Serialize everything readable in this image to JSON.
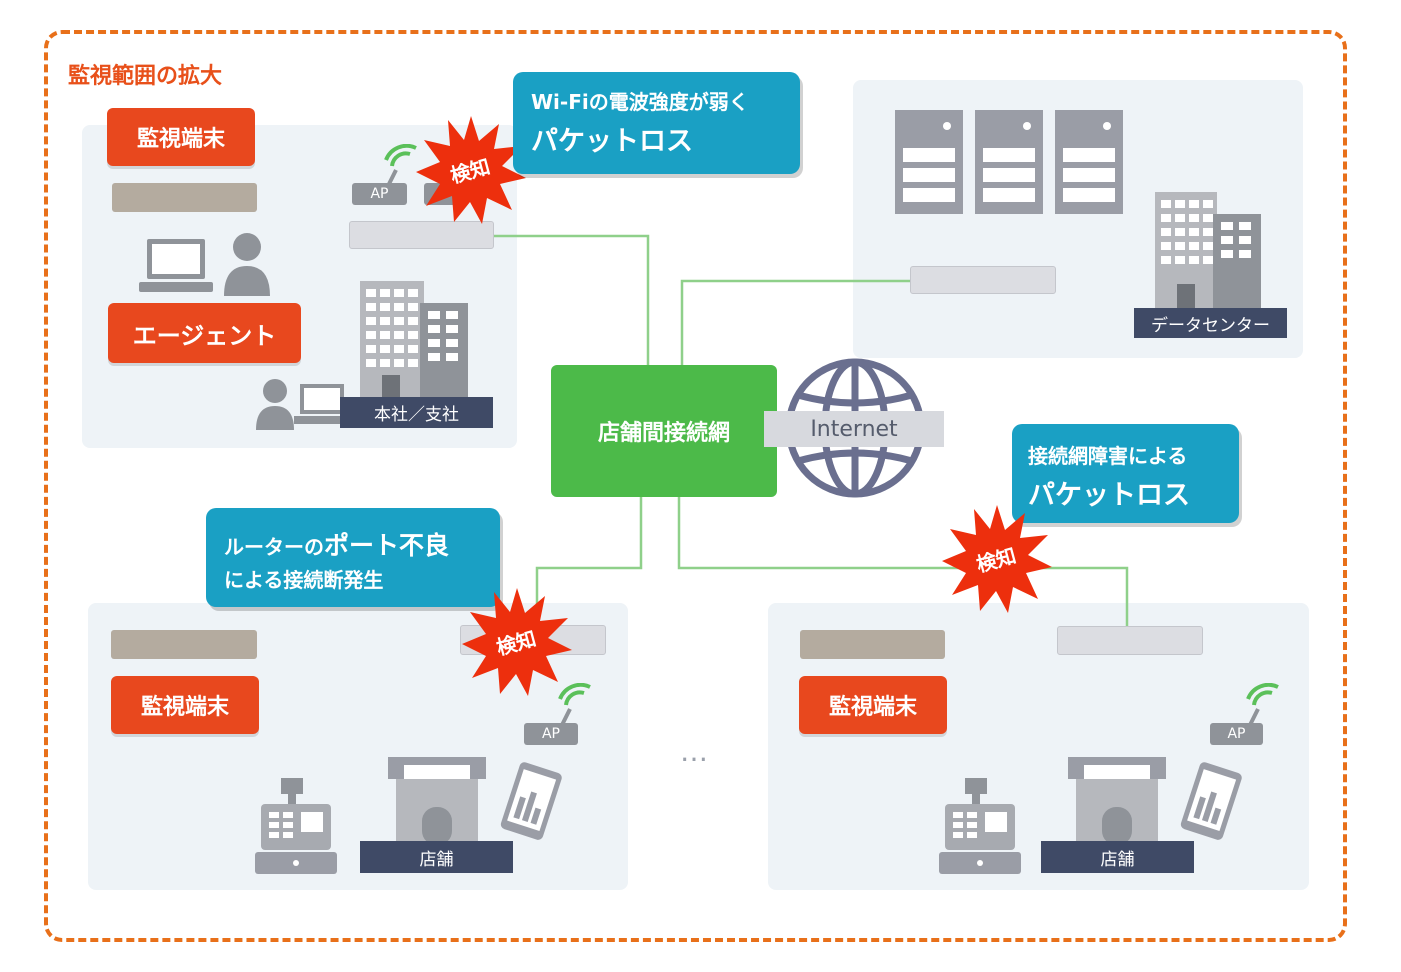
{
  "frame": {
    "title": "監視範囲の拡大"
  },
  "center": {
    "label": "店舗間接続網",
    "internet": "Internet"
  },
  "hq": {
    "monitor_tag": "監視端末",
    "agent_tag": "エージェント",
    "location": "本社／支社",
    "ap": "AP"
  },
  "dc": {
    "location": "データセンター"
  },
  "store_left": {
    "monitor_tag": "監視端末",
    "location": "店舗",
    "ap": "AP"
  },
  "store_right": {
    "monitor_tag": "監視端末",
    "location": "店舗",
    "ap": "AP"
  },
  "ellipsis": "…",
  "callouts": {
    "wifi": {
      "line1": "Wi-Fiの電波強度が弱く",
      "line2": "パケットロス"
    },
    "network": {
      "line1": "接続網障害による",
      "line2": "パケットロス"
    },
    "port": {
      "line1a": "ルーターの",
      "line1b": "ポート不良",
      "line2": "による接続断発生"
    }
  },
  "detect_badge": "検知",
  "colors": {
    "accent_orange": "#e8481e",
    "frame_dash": "#e8701a",
    "network_green": "#4cba49",
    "callout_blue": "#1aa0c4",
    "label_navy": "#3f4a66"
  }
}
